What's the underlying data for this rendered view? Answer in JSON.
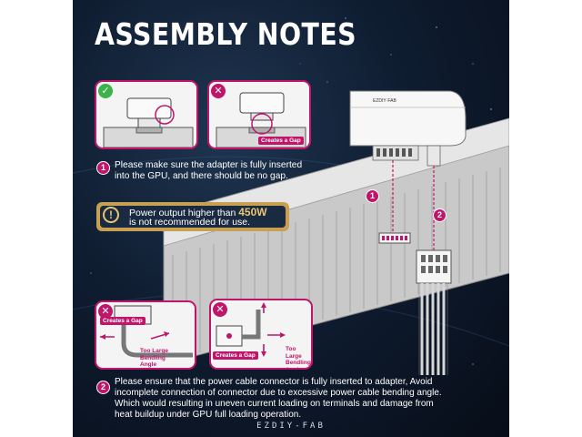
{
  "title": "ASSEMBLY NOTES",
  "colors": {
    "accent": "#c0166a",
    "ok": "#3bb24a",
    "warning": "#e8c474",
    "background": "#0f1d31"
  },
  "panels": {
    "top_correct": {
      "status_icon": "check-icon"
    },
    "top_wrong": {
      "status_icon": "cross-icon",
      "tag": "Creates a Gap"
    },
    "bottom_left": {
      "status_icon": "cross-icon",
      "tag": "Creates a Gap",
      "label": "Too Large\nBendling\nAngle"
    },
    "bottom_right": {
      "status_icon": "cross-icon",
      "tag": "Creates a Gap",
      "label": "Too Large\nBendling\nAngle"
    }
  },
  "note1": {
    "number": "1",
    "line1": "Please make sure the adapter is fully inserted",
    "line2": "into the GPU, and there should be no gap."
  },
  "warning": {
    "icon": "exclamation-icon",
    "prefix": "Power output higher than ",
    "value": "450W",
    "line2": "is not recommended for use."
  },
  "diagram": {
    "marker1": "1",
    "marker2": "2"
  },
  "note2": {
    "number": "2",
    "line1": "Please ensure that the power cable connector is fully inserted to adapter, Avoid",
    "line2": "incomplete connection of connector due to excessive power cable bending angle.",
    "line3": "Which would resulting in uneven current loading on terminals and damage from",
    "line4": "heat buildup under GPU full loading operation."
  },
  "brand": "EZDIY-FAB"
}
